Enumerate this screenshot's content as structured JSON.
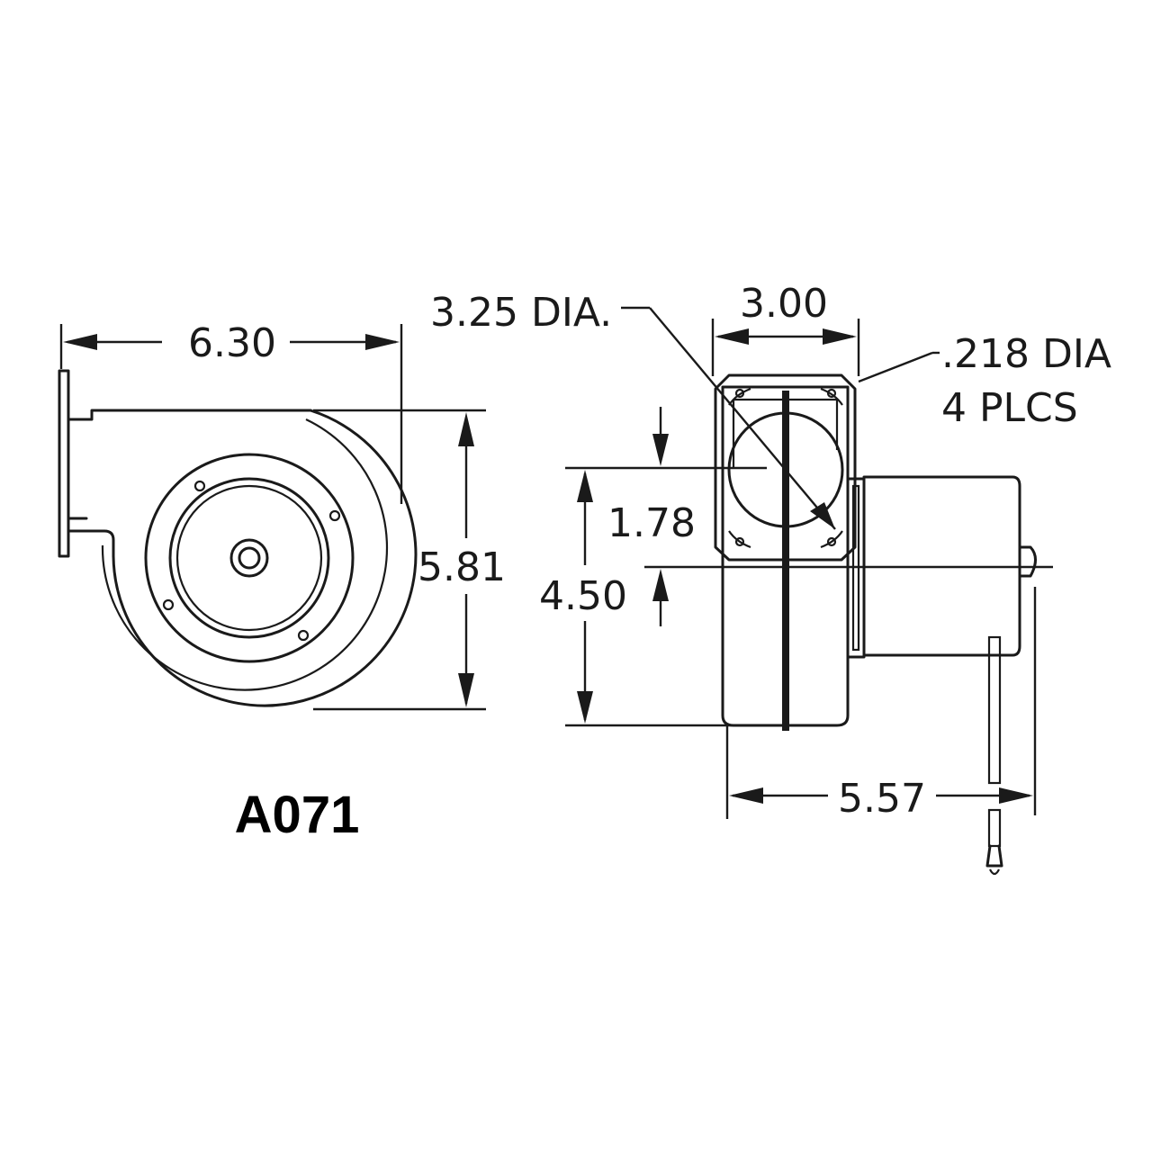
{
  "model_label": "A071",
  "dimensions": {
    "width_front": "6.30",
    "height_front": "5.81",
    "inlet_dia": "3.25 DIA.",
    "flange_width": "3.00",
    "hole_dia": ".218 DIA",
    "hole_count": "4 PLCS",
    "offset": "1.78",
    "outlet_height": "4.50",
    "depth": "5.57"
  }
}
